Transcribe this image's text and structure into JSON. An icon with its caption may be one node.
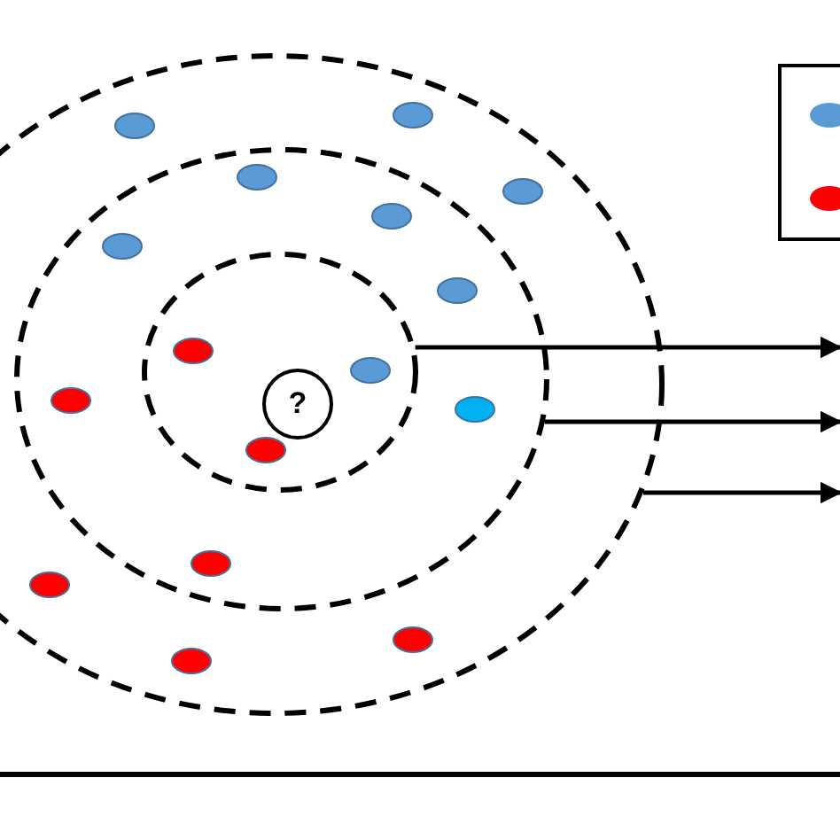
{
  "diagram": {
    "nodes": [
      {
        "text": [],
        "shape": "circle"
      },
      {
        "text": [],
        "shape": "circle",
        "in": 0
      },
      {
        "text": [],
        "shape": "circle",
        "in": 1
      },
      {
        "text": [
          "?"
        ],
        "in": 2
      }
    ],
    "edges": [
      {
        "from": 2,
        "to": null,
        "arrow": "to"
      },
      {
        "from": 1,
        "to": null,
        "arrow": "to"
      },
      {
        "from": 0,
        "to": null,
        "arrow": "to"
      }
    ]
  }
}
